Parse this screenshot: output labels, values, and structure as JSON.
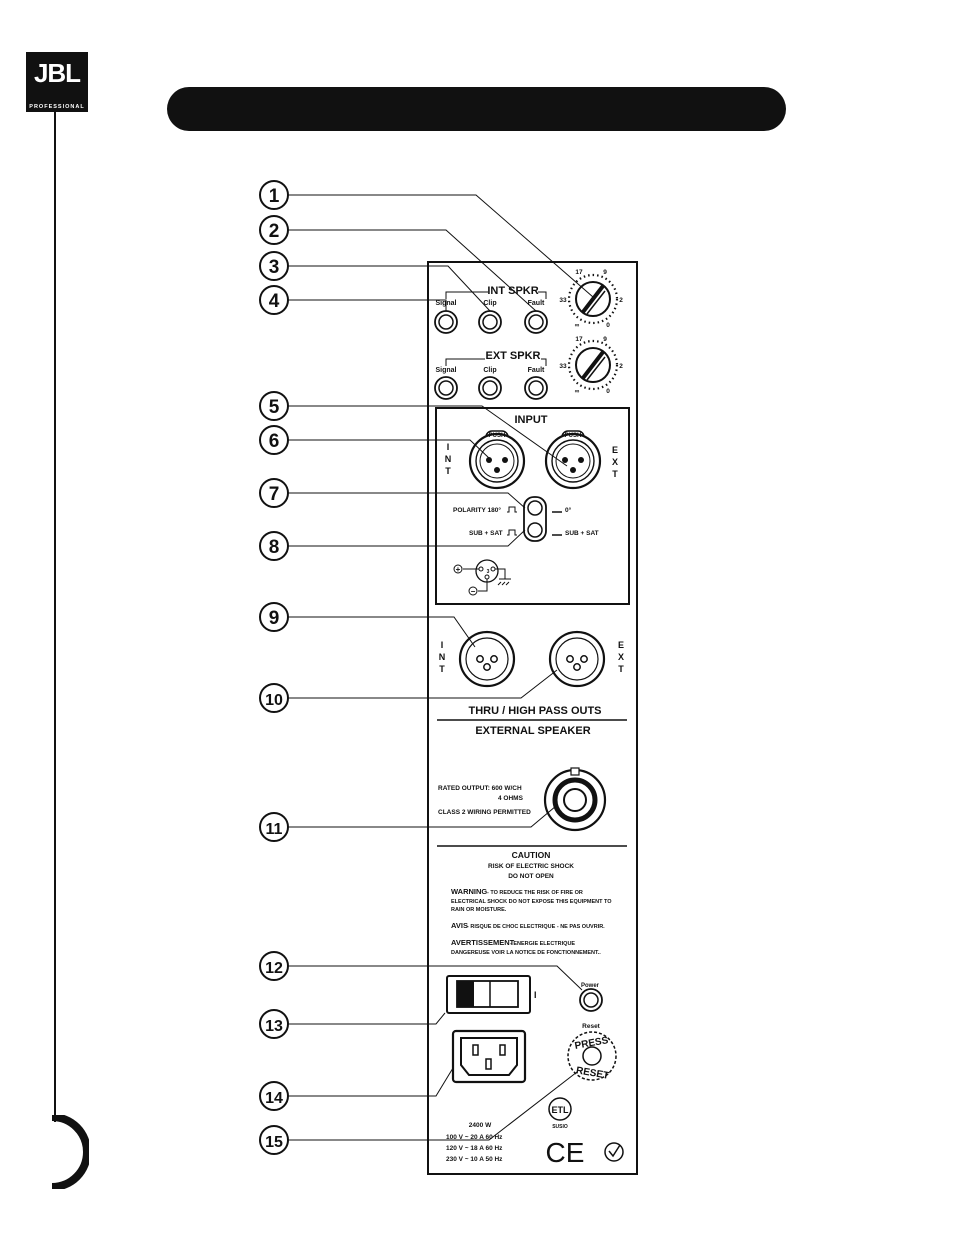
{
  "logo": {
    "brand": "JBL",
    "subtitle": "PROFESSIONAL"
  },
  "callouts": [
    "1",
    "2",
    "3",
    "4",
    "5",
    "6",
    "7",
    "8",
    "9",
    "10",
    "11",
    "12",
    "13",
    "14",
    "15"
  ],
  "int_spkr": {
    "title": "INT SPKR",
    "signal": "Signal",
    "clip": "Clip",
    "fault": "Fault"
  },
  "ext_spkr": {
    "title": "EXT SPKR",
    "signal": "Signal",
    "clip": "Clip",
    "fault": "Fault"
  },
  "dial": {
    "t17": "17",
    "t9": "9",
    "t33": "33",
    "t2": "2",
    "tinf": "∞",
    "t0": "0"
  },
  "input": {
    "title": "INPUT",
    "push": "PUSH",
    "int_letters": [
      "I",
      "N",
      "T"
    ],
    "ext_letters": [
      "E",
      "X",
      "T"
    ],
    "polarity_180": "POLARITY 180°",
    "polarity_0": "0°",
    "sub_sat": "SUB + SAT",
    "sub_sat_right": "SUB + SAT",
    "pin1": "1",
    "pin2": "2",
    "pin3": "3",
    "plus": "+",
    "minus": "−"
  },
  "thru": {
    "title": "THRU / HIGH PASS OUTS",
    "int_letters": [
      "I",
      "N",
      "T"
    ],
    "ext_letters": [
      "E",
      "X",
      "T"
    ]
  },
  "ext_speaker": {
    "title": "EXTERNAL SPEAKER",
    "rated_output": "RATED OUTPUT:  600 W/CH",
    "ohms": "4 OHMS",
    "class2": "CLASS 2 WIRING PERMITTED"
  },
  "caution": {
    "title": "CAUTION",
    "line1": "RISK OF ELECTRIC SHOCK",
    "line2": "DO NOT OPEN",
    "warning_label": "WARNING",
    "warning_text1": " - TO REDUCE THE RISK OF FIRE OR",
    "warning_text2": "ELECTRICAL SHOCK DO NOT EXPOSE THIS EQUIPMENT TO",
    "warning_text3": "RAIN OR MOISTURE.",
    "avis_label": "AVIS",
    "avis_text": " - RISQUE DE CHOC ELECTRIQUE - NE PAS OUVRIR.",
    "avert_label": "AVERTISSEMENT",
    "avert_text1": " - ENERGIE ELECTRIQUE",
    "avert_text2": "DANGEREUSE VOIR LA NOTICE DE FONCTIONNEMENT.."
  },
  "power": {
    "label": "Power",
    "switch_mark": "I",
    "reset": "Reset",
    "press": "PRESS",
    "reset_word": "RESET"
  },
  "ratings": {
    "watts": "2400 W",
    "line1": "100 V ~ 20 A  60 Hz",
    "line2": "120 V ~ 18 A  60 Hz",
    "line3": "230 V ~ 10 A  50 Hz",
    "etl": "ETL",
    "etl_sub": "SUSIO",
    "ce": "CE"
  }
}
